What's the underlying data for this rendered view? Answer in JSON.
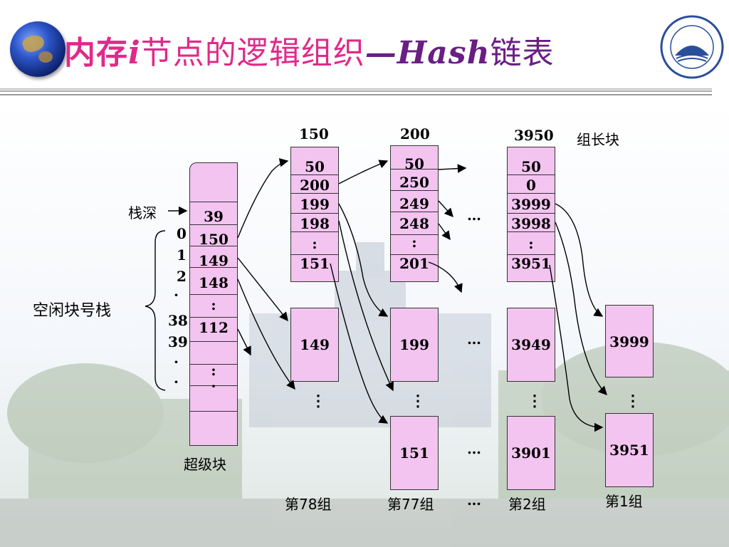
{
  "title": {
    "part1": "内存",
    "italic_i": "i",
    "part2": "节点的逻辑组织",
    "dash": "—",
    "hash": "Hash",
    "part3": "链表"
  },
  "colors": {
    "title_pink": "#e02a8a",
    "title_purple": "#6a1e84",
    "block_fill": "#f3c4f0"
  },
  "stack": {
    "depth_label": "栈深",
    "index_labels": [
      "0",
      "1",
      "2",
      "·",
      "38",
      "39",
      "·",
      "·"
    ],
    "bracket_label": "空闲块号栈",
    "cells": [
      "39",
      "150",
      "149",
      "148",
      ":",
      "112",
      ":",
      "·"
    ],
    "name": "超级块"
  },
  "group_headers": [
    "150",
    "200",
    "3950"
  ],
  "group_leader_label": "组长块",
  "leaders": {
    "g150": [
      "50",
      "200",
      "199",
      "198",
      ":",
      "151"
    ],
    "g200": [
      "50",
      "250",
      "249",
      "248",
      ":",
      "201"
    ],
    "g3950": [
      "50",
      "0",
      "3999",
      "3998",
      ":",
      "3951"
    ]
  },
  "mid_blocks": [
    "149",
    "199",
    "3949",
    "3999"
  ],
  "bottom_blocks": [
    "151",
    "3901",
    "3951"
  ],
  "group_labels": [
    "第78组",
    "第77组",
    "第2组",
    "第1组"
  ],
  "ellipsis": "…",
  "vdots": "⋮"
}
